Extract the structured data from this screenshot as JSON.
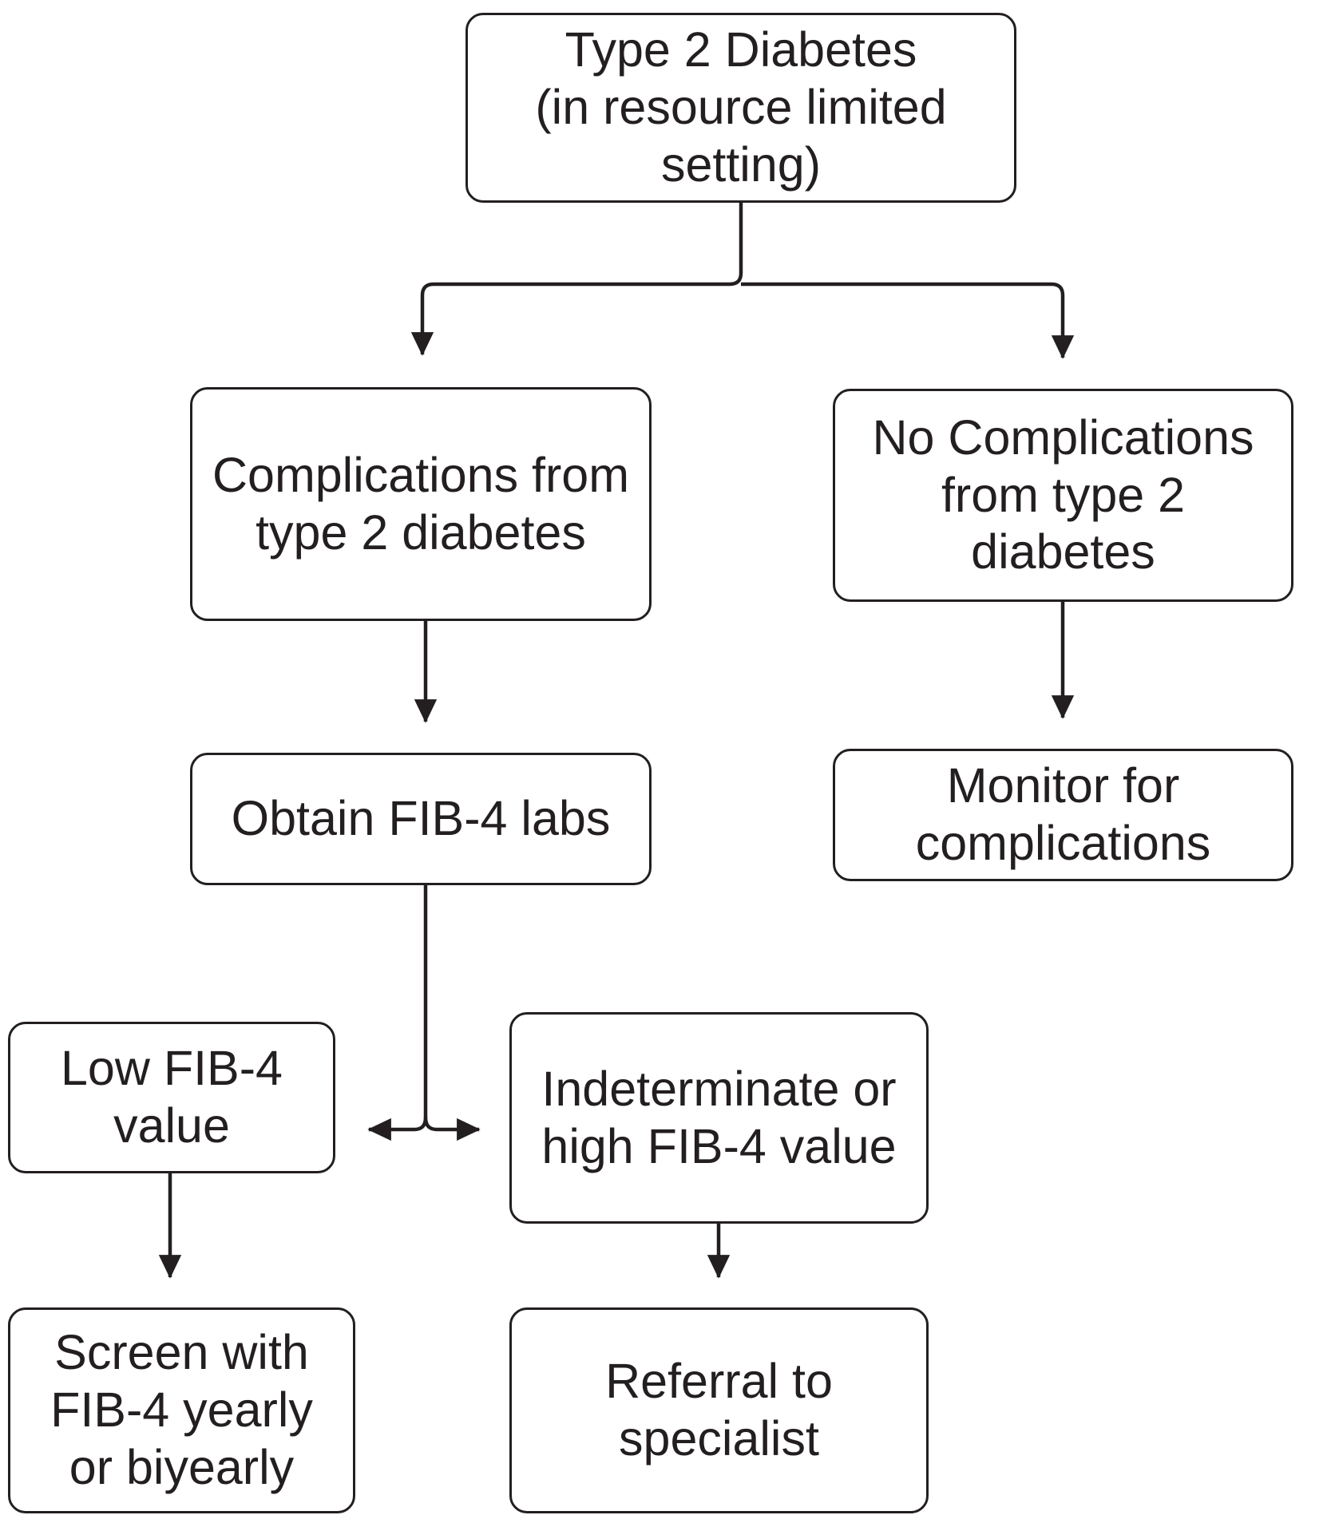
{
  "diagram": {
    "title": "Type 2 Diabetes FIB-4 screening pathway in resource limited setting",
    "type": "flowchart",
    "colors": {
      "stroke": "#231f20",
      "fill": "#ffffff",
      "text": "#231f20"
    },
    "nodes": [
      {
        "id": "root",
        "label": "Type 2 Diabetes\n(in resource limited\nsetting)"
      },
      {
        "id": "compl",
        "label": "Complications from\ntype 2 diabetes"
      },
      {
        "id": "nocompl",
        "label": "No Complications\nfrom type 2\ndiabetes"
      },
      {
        "id": "fib4",
        "label": "Obtain FIB-4 labs"
      },
      {
        "id": "monitor",
        "label": "Monitor for\ncomplications"
      },
      {
        "id": "low",
        "label": "Low FIB-4\nvalue"
      },
      {
        "id": "indet",
        "label": "Indeterminate or\nhigh FIB-4 value"
      },
      {
        "id": "screen",
        "label": "Screen with\nFIB-4 yearly\nor biyearly"
      },
      {
        "id": "referral",
        "label": "Referral to\nspecialist"
      }
    ],
    "edges": [
      {
        "from": "root",
        "to": "compl",
        "style": "elbow-arrow"
      },
      {
        "from": "root",
        "to": "nocompl",
        "style": "elbow-arrow"
      },
      {
        "from": "compl",
        "to": "fib4",
        "style": "straight-arrow"
      },
      {
        "from": "nocompl",
        "to": "monitor",
        "style": "straight-arrow"
      },
      {
        "from": "fib4",
        "to": "low",
        "style": "elbow-arrow"
      },
      {
        "from": "fib4",
        "to": "indet",
        "style": "elbow-arrow"
      },
      {
        "from": "low",
        "to": "screen",
        "style": "straight-arrow"
      },
      {
        "from": "indet",
        "to": "referral",
        "style": "straight-arrow"
      }
    ]
  }
}
